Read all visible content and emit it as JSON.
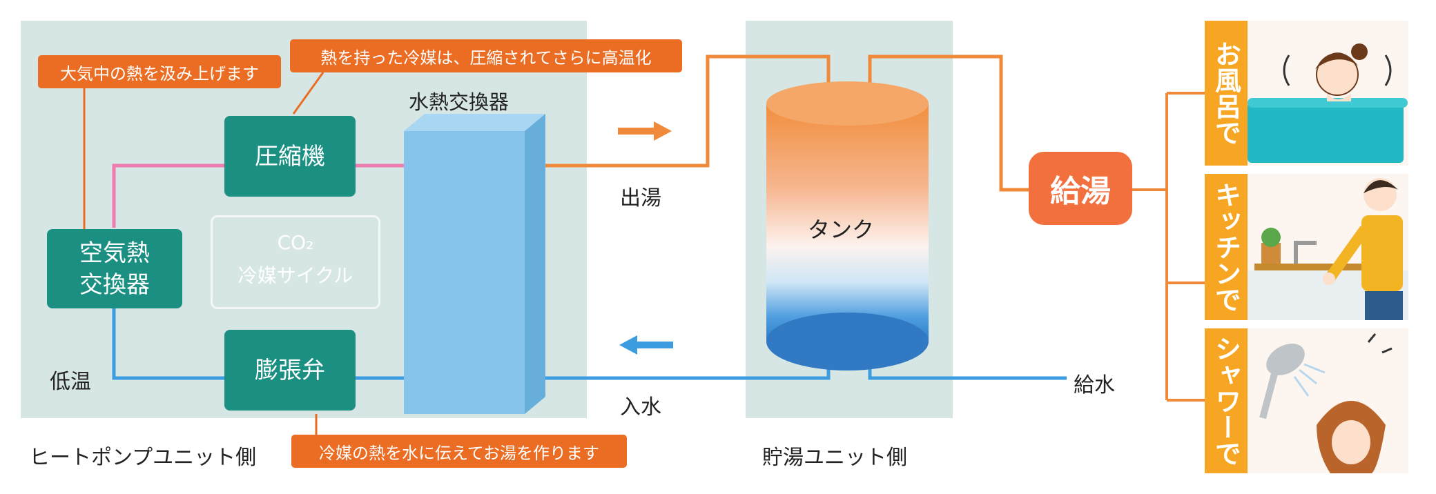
{
  "heat_pump": {
    "side_label": "ヒートポンプユニット側",
    "air_hx": "空気熱\n交換器",
    "compressor": "圧縮機",
    "expansion_valve": "膨張弁",
    "water_hx": "水熱交換器",
    "cycle_co2": "CO₂",
    "cycle_label": "冷媒サイクル",
    "low_temp": "低温",
    "note_air": "大気中の熱を汲み上げます",
    "note_compress": "熱を持った冷媒は、圧縮されてさらに高温化",
    "note_transfer": "冷媒の熱を水に伝えてお湯を作ります"
  },
  "flows": {
    "hot_out": "出湯",
    "water_in": "入水",
    "supply_water": "給水"
  },
  "tank_unit": {
    "side_label": "貯湯ユニット側",
    "tank": "タンク"
  },
  "hot_water": {
    "label": "給湯",
    "uses": [
      "お風呂で",
      "キッチンで",
      "シャワーで"
    ]
  },
  "colors": {
    "panel": "#d6e6e4",
    "box_green": "#1b8f82",
    "hot_pipe": "#f0893a",
    "cold_pipe": "#3d9be0",
    "refrigerant_hot": "#f07bb0",
    "note_orange": "#ea6d23",
    "use_tab": "#f6a623"
  }
}
